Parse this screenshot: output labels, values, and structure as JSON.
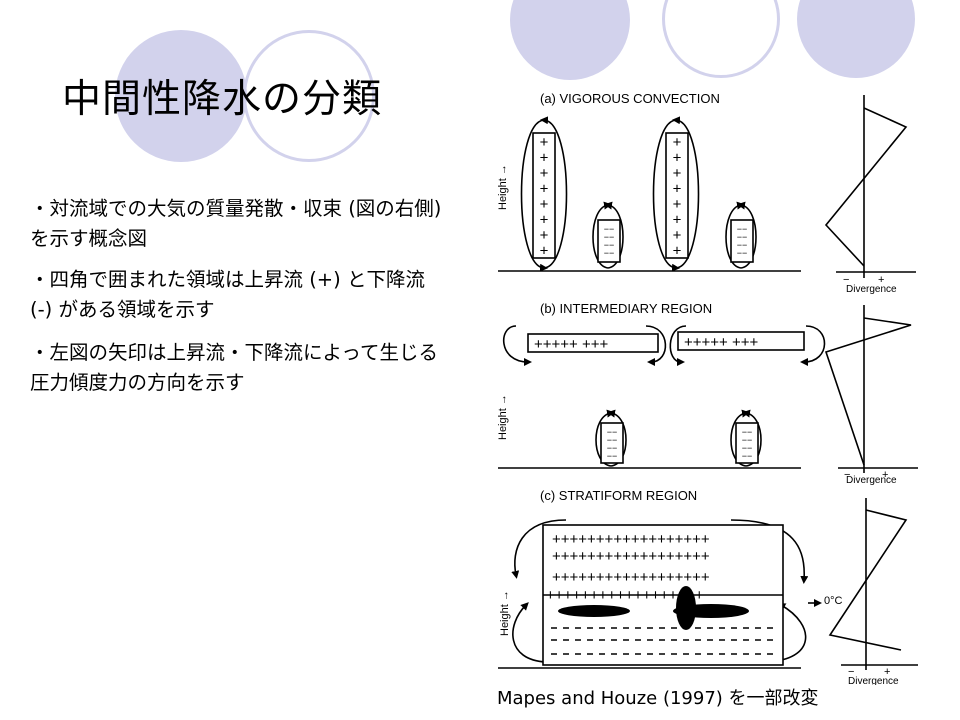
{
  "slide": {
    "title": "中間性降水の分類",
    "bullets": [
      "・対流域での大気の質量発散・収束 (図の右側) を示す概念図",
      "・四角で囲まれた領域は上昇流 (+) と下降流 (-) がある領域を示す",
      "・左図の矢印は上昇流・下降流によって生じる圧力傾度力の方向を示す"
    ],
    "citation": "Mapes and Houze (1997) を一部改変"
  },
  "figure": {
    "panels": [
      {
        "label": "(a) VIGOROUS CONVECTION",
        "height_label": "Height →",
        "divergence_label": "Divergence"
      },
      {
        "label": "(b) INTERMEDIARY REGION",
        "height_label": "Height →",
        "divergence_label": "Divergence"
      },
      {
        "label": "(c) STRATIFORM REGION",
        "height_label": "Height →",
        "divergence_label": "Divergence",
        "melting_label": "0°C"
      }
    ],
    "symbols": {
      "plus": "+",
      "minus": "−",
      "dash": "−−"
    },
    "plus_rows": {
      "b_left": "+++++ +++",
      "b_right": "+++++ +++",
      "c_row": "++++++++++++++++++"
    }
  },
  "colors": {
    "accent_circle": "#d2d2ec",
    "ink": "#000000"
  }
}
